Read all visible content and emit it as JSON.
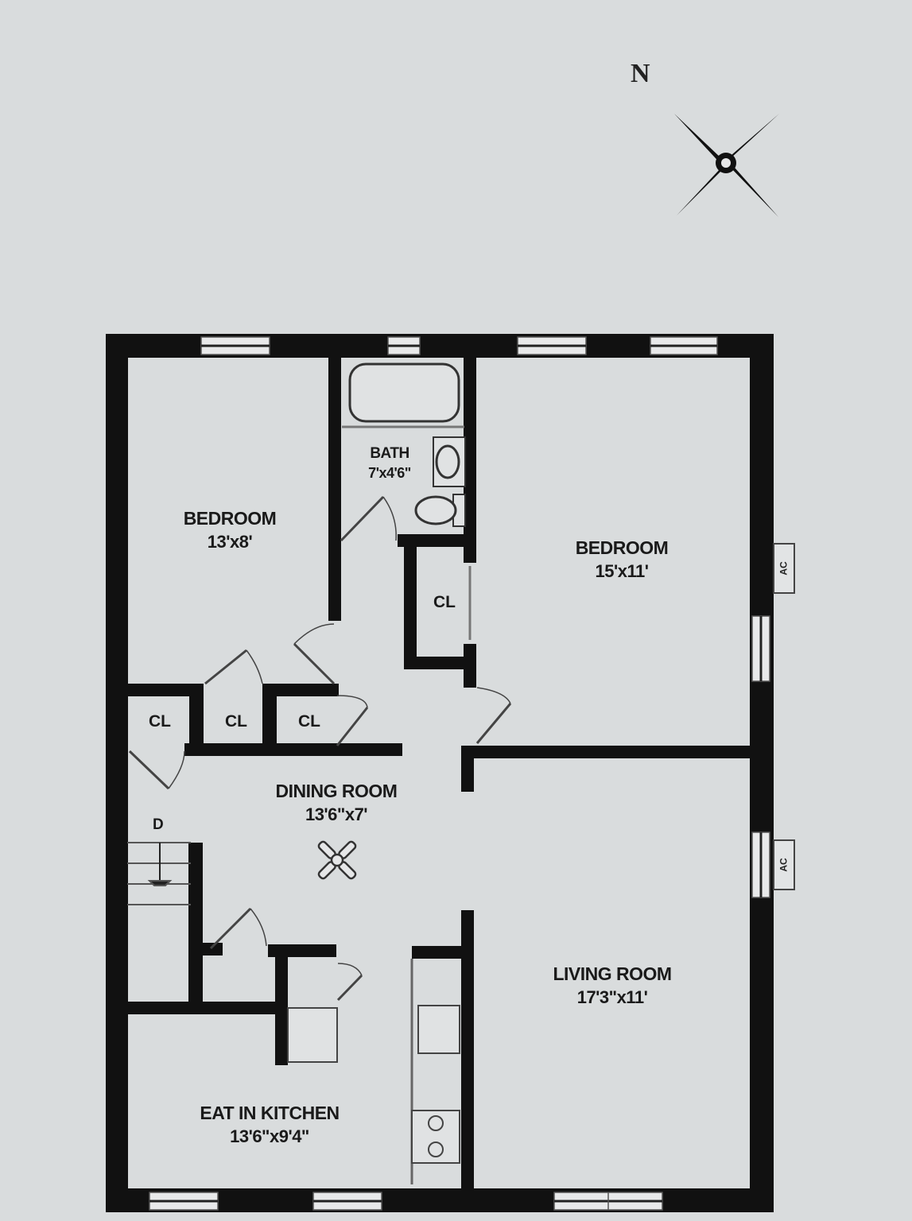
{
  "compass": {
    "label": "N",
    "icon": "compass-rose-icon"
  },
  "colors": {
    "background": "#d9dcdd",
    "wall": "#111111",
    "fixture": "#333333"
  },
  "rooms": [
    {
      "id": "bedroom-west",
      "name": "BEDROOM",
      "dimensions": "13'x8'"
    },
    {
      "id": "bath",
      "name": "BATH",
      "dimensions": "7'x4'6\""
    },
    {
      "id": "bedroom-east",
      "name": "BEDROOM",
      "dimensions": "15'x11'"
    },
    {
      "id": "dining-room",
      "name": "DINING ROOM",
      "dimensions": "13'6\"x7'"
    },
    {
      "id": "living-room",
      "name": "LIVING ROOM",
      "dimensions": "17'3\"x11'"
    },
    {
      "id": "eat-in-kitchen",
      "name": "EAT IN KITCHEN",
      "dimensions": "13'6\"x9'4\""
    }
  ],
  "closets": [
    "CL",
    "CL",
    "CL",
    "CL"
  ],
  "appliances": {
    "ac_units": [
      "AC",
      "AC"
    ],
    "stair_label": "D"
  }
}
